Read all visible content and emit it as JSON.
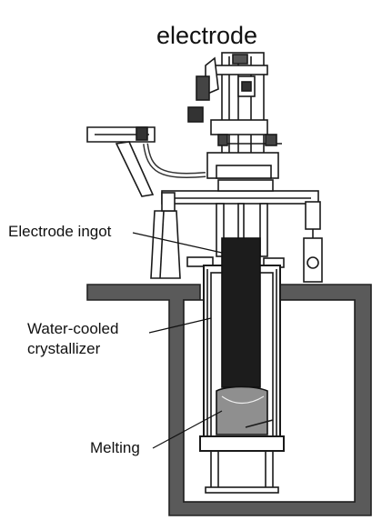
{
  "labels": {
    "electrode": "electrode",
    "electrode_ingot": "Electrode ingot",
    "crystallizer_line1": "Water-cooled",
    "crystallizer_line2": "crystallizer",
    "melting": "Melting"
  },
  "colors": {
    "ink": "#1a1a1a",
    "pit": "#5a5a5a",
    "ingot": "#1c1c1c",
    "melt": "#8f8f8f",
    "background": "#ffffff"
  }
}
